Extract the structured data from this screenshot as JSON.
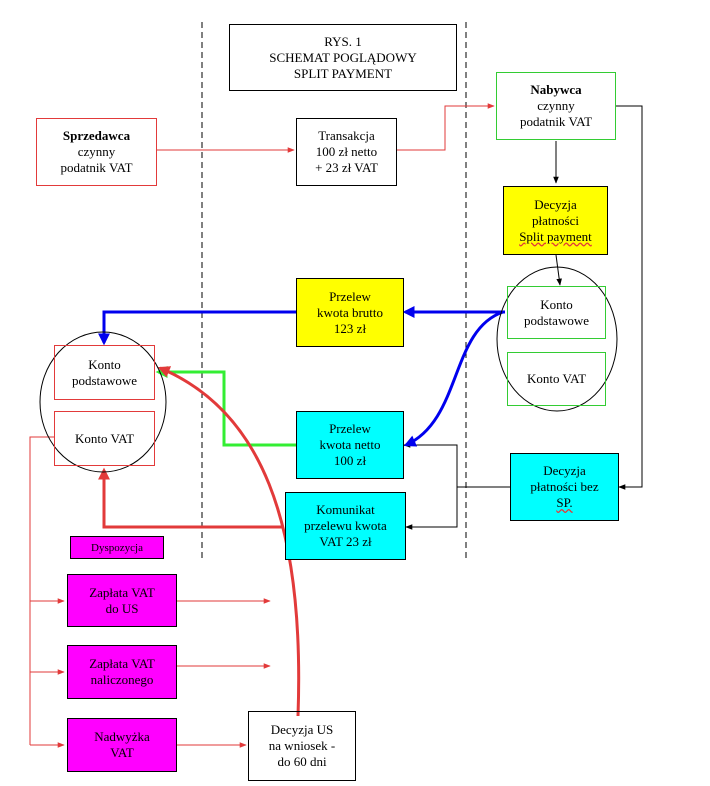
{
  "title": {
    "line1": "RYS. 1",
    "line2": "SCHEMAT POGLĄDOWY",
    "line3": "SPLIT PAYMENT"
  },
  "seller": {
    "name": "Sprzedawca",
    "line2": "czynny",
    "line3": "podatnik  VAT"
  },
  "transaction": {
    "line1": "Transakcja",
    "line2": "100 zł netto",
    "line3": "+ 23 zł VAT"
  },
  "buyer": {
    "name": "Nabywca",
    "line2": "czynny",
    "line3": "podatnik  VAT"
  },
  "decision_sp": {
    "line1": "Decyzja",
    "line2": "płatności",
    "line3": "Split payment"
  },
  "buyer_accounts": {
    "main_line1": "Konto",
    "main_line2": "podstawowe",
    "vat": "Konto VAT"
  },
  "transfer_gross": {
    "line1": "Przelew",
    "line2": "kwota brutto",
    "line3": "123 zł"
  },
  "transfer_net": {
    "line1": "Przelew",
    "line2": "kwota netto",
    "line3": "100 zł"
  },
  "decision_no_sp": {
    "line1": "Decyzja",
    "line2": "płatności bez",
    "line3": "SP."
  },
  "vat_message": {
    "line1": "Komunikat",
    "line2": "przelewu kwota",
    "line3": "VAT 23 zł"
  },
  "seller_accounts": {
    "main_line1": "Konto",
    "main_line2": "podstawowe",
    "vat": "Konto VAT"
  },
  "disposition": "Dyspozycja",
  "pay_vat_us": {
    "line1": "Zapłata VAT",
    "line2": "do US"
  },
  "pay_vat_input": {
    "line1": "Zapłata VAT",
    "line2": "naliczonego"
  },
  "vat_surplus": {
    "line1": "Nadwyżka",
    "line2": "VAT"
  },
  "tax_decision": {
    "line1": "Decyzja US",
    "line2": "na wniosek -",
    "line3": "do 60 dni"
  },
  "colors": {
    "red": "#e23a3a",
    "blue": "#0000ee",
    "green": "#33ee33",
    "yellow": "#ffff00",
    "cyan": "#00ffff",
    "magenta": "#ff00ff"
  }
}
